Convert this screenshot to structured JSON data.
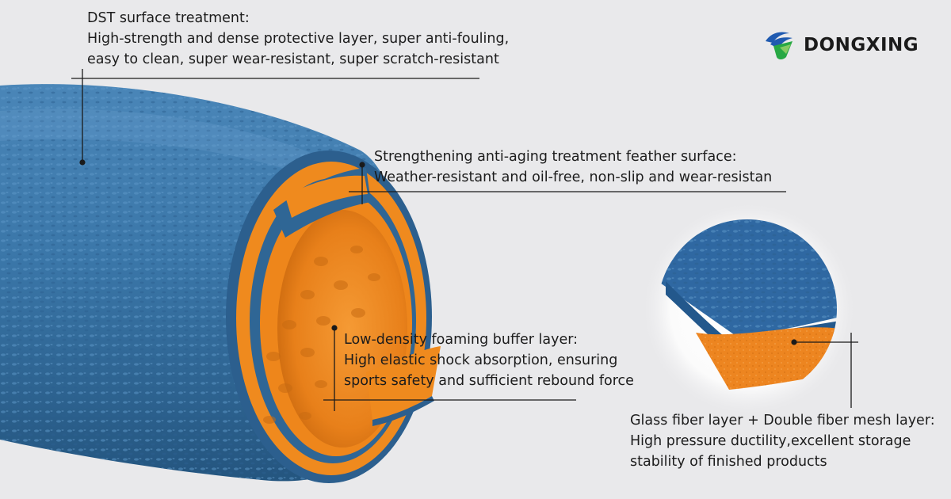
{
  "brand": {
    "name": "DONGXING",
    "colors": {
      "blue": "#1f5ab0",
      "green": "#27a844"
    },
    "icon": "dongxing-logo-icon"
  },
  "colors": {
    "mat_blue": "#336fa3",
    "mat_blue_dark": "#1f4e7a",
    "foam_orange": "#ef8a1e",
    "background": "#e9e9eb",
    "leader_line": "#1a1a1a"
  },
  "callouts": {
    "dst": {
      "title": "DST surface treatment:",
      "lines": [
        "High-strength and dense protective layer, super anti-fouling,",
        "easy to clean, super wear-resistant, super scratch-resistant"
      ]
    },
    "anti_aging": {
      "title": "Strengthening anti-aging treatment feather surface:",
      "lines": [
        "Weather-resistant and oil-free, non-slip and wear-resistan"
      ]
    },
    "foam": {
      "title": "Low-density foaming buffer layer:",
      "lines": [
        "High elastic shock absorption, ensuring",
        "sports safety and sufficient rebound force"
      ]
    },
    "glass_fiber": {
      "title": "Glass fiber layer + Double fiber mesh layer:",
      "lines": [
        "High pressure ductility,excellent storage",
        "stability of finished products"
      ]
    }
  }
}
